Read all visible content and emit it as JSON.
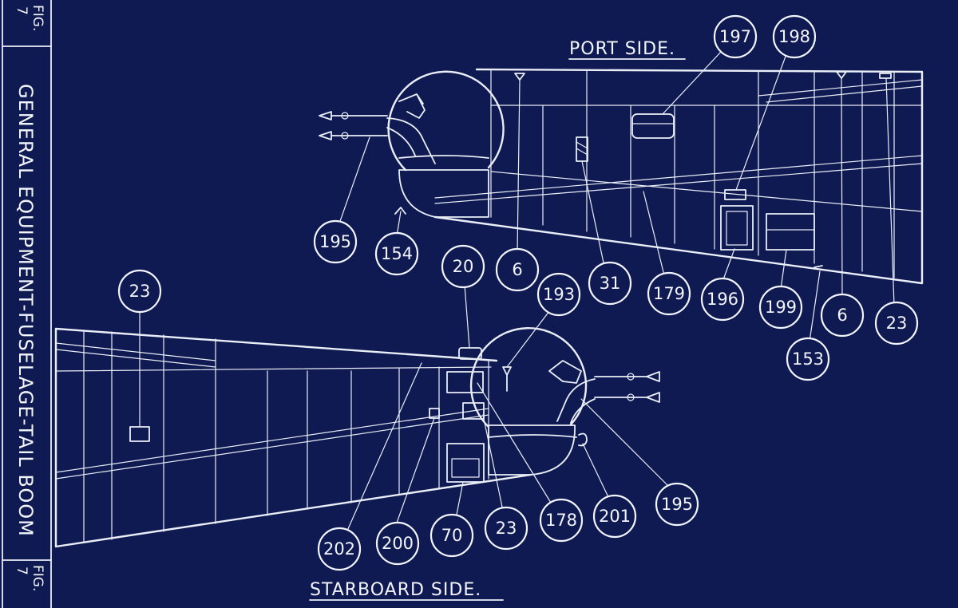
{
  "strip": {
    "fig_top": "FIG.",
    "fig_top_num": "7",
    "title": "GENERAL EQUIPMENT-FUSELAGE-TAIL BOOM",
    "fig_bottom": "FIG.",
    "fig_bottom_num": "7"
  },
  "labels": {
    "port_side": "PORT SIDE.",
    "starboard_side": "STARBOARD SIDE."
  },
  "callouts": {
    "c197": "197",
    "c198": "198",
    "c195_port": "195",
    "c154": "154",
    "c6_a": "6",
    "c31": "31",
    "c179": "179",
    "c196": "196",
    "c199": "199",
    "c6_b": "6",
    "c23_port": "23",
    "c153": "153",
    "c23_stbd": "23",
    "c20": "20",
    "c193": "193",
    "c202": "202",
    "c200": "200",
    "c70": "70",
    "c23_mid": "23",
    "c178": "178",
    "c201": "201",
    "c195_stbd": "195"
  },
  "colors": {
    "background": "#101a52",
    "line": "#e9eef7"
  }
}
